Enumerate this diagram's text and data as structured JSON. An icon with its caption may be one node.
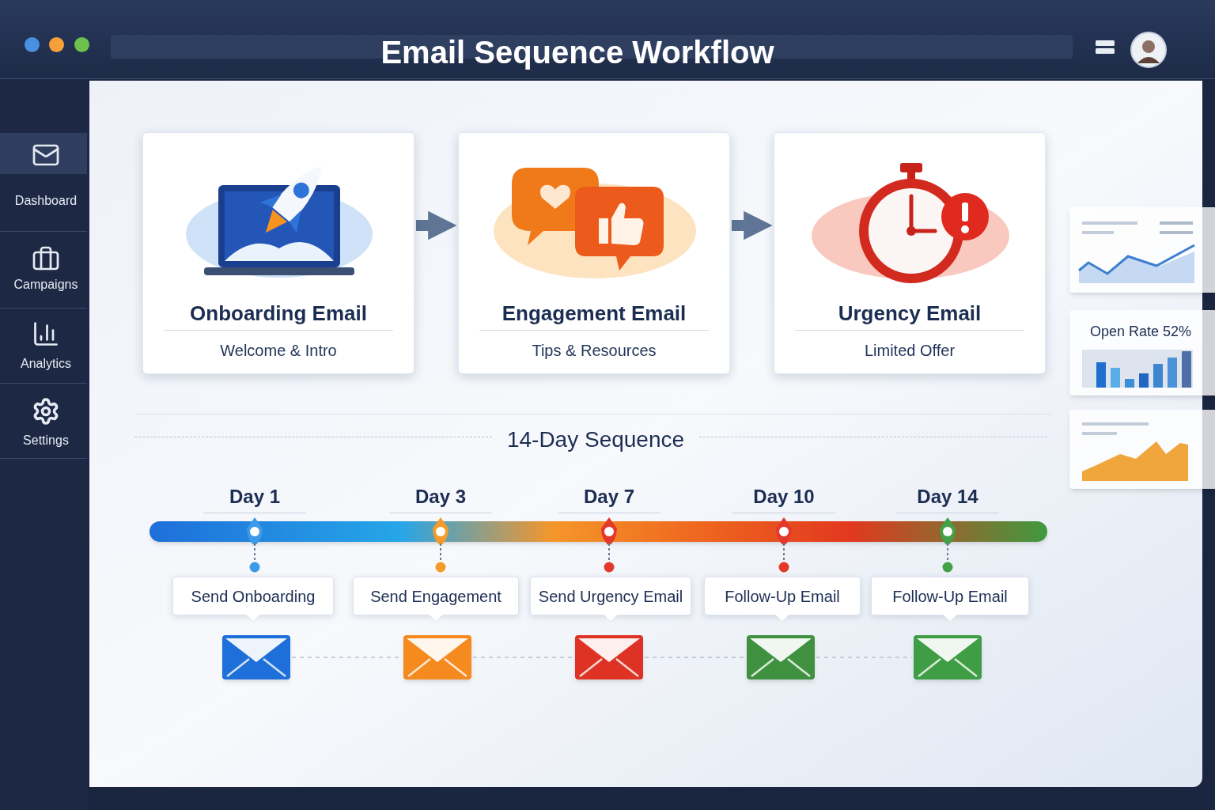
{
  "diagram": {
    "title": "Email Sequence Workflow",
    "nodes": [
      {
        "text": [
          "Onboarding Email",
          "Welcome & Intro"
        ]
      },
      {
        "text": [
          "Engagement Email",
          "Tips & Resources"
        ]
      },
      {
        "text": [
          "Urgency Email",
          "Limited Offer"
        ]
      },
      {
        "text": [
          "Send Onboarding"
        ]
      },
      {
        "text": [
          "Send Engagement"
        ]
      },
      {
        "text": [
          "Send Urgency Email"
        ]
      },
      {
        "text": [
          "Follow-Up Email"
        ]
      },
      {
        "text": [
          "Follow-Up Email"
        ]
      },
      {
        "text": [],
        "shape": "envelope"
      },
      {
        "text": [],
        "shape": "envelope"
      },
      {
        "text": [],
        "shape": "envelope"
      },
      {
        "text": [],
        "shape": "envelope"
      },
      {
        "text": [],
        "shape": "envelope"
      },
      {
        "text": [],
        "shape": "bar"
      }
    ],
    "edges": [
      {
        "from": 0,
        "to": 1,
        "arrow": "to",
        "style": "thick"
      },
      {
        "from": 1,
        "to": 2,
        "arrow": "to",
        "style": "thick"
      },
      {
        "from": 8,
        "to": 9,
        "arrow": "none",
        "style": "dashed"
      },
      {
        "from": 9,
        "to": 10,
        "arrow": "none",
        "style": "dashed"
      },
      {
        "from": 10,
        "to": 11,
        "arrow": "none",
        "style": "dashed"
      },
      {
        "from": 11,
        "to": 12,
        "arrow": "none",
        "style": "dashed"
      },
      {
        "from": 13,
        "to": 3,
        "arrow": "other",
        "style": "dashed",
        "color": "#6b7a90"
      },
      {
        "from": 13,
        "to": 4,
        "arrow": "other",
        "style": "dashed",
        "color": "#6b7a90"
      },
      {
        "from": 13,
        "to": 5,
        "arrow": "other",
        "style": "dashed",
        "color": "#6b7a90"
      },
      {
        "from": 13,
        "to": 6,
        "arrow": "other",
        "style": "dashed",
        "color": "#6b7a90"
      },
      {
        "from": 13,
        "to": 7,
        "arrow": "other",
        "style": "dashed",
        "color": "#6b7a90"
      }
    ],
    "labels": [
      "Dashboard",
      "Campaigns",
      "Analytics",
      "Settings",
      "Open Rate 52%",
      "14-Day Sequence",
      "Day 1",
      "Day 3",
      "Day 7",
      "Day 10",
      "Day 14"
    ]
  }
}
